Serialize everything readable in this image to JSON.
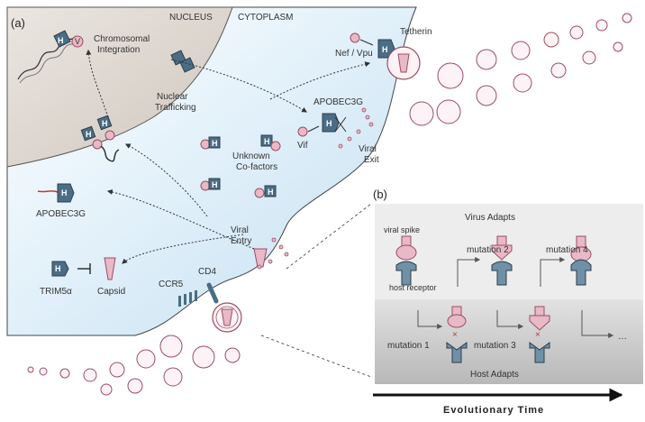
{
  "panel_a": {
    "label": "(a)",
    "nucleus": "NUCLEUS",
    "cytoplasm": "CYTOPLASM",
    "chromosomal_integration": [
      "Chromosomal",
      "Integration"
    ],
    "nuclear_trafficking": [
      "Nuclear",
      "Trafficking"
    ],
    "unknown_cofactors": [
      "Unknown",
      "Co-factors"
    ],
    "apobec_nucleus": "APOBEC3G",
    "apobec_cytoplasm": "APOBEC3G",
    "tetherin": "Tetherin",
    "nef_vpu": "Nef / Vpu",
    "vif": "Vif",
    "viral_exit": [
      "Viral",
      "Exit"
    ],
    "viral_entry": [
      "Viral",
      "Entry"
    ],
    "trim5": "TRIM5α",
    "capsid": "Capsid",
    "ccr5": "CCR5",
    "cd4": "CD4",
    "host_letter": "H",
    "virus_letter": "V"
  },
  "panel_b": {
    "label": "(b)",
    "virus_adapts": "Virus Adapts",
    "host_adapts": "Host Adapts",
    "viral_spike": "viral spike",
    "host_receptor": "host receptor",
    "mutation_1": "mutation 1",
    "mutation_2": "mutation 2",
    "mutation_3": "mutation 3",
    "mutation_4": "mutation 4",
    "ellipsis": "…",
    "block_mark": "×"
  },
  "timeline": {
    "label": "Evolutionary Time"
  },
  "colors": {
    "cytoplasm_fill": "#d7ecf8",
    "nucleus_fill": "#ddd6cf",
    "host_protein": "#4b6d86",
    "virus_pink": "#e8b9c7",
    "virus_outline": "#9c4d62",
    "host_adapts_bg": "#cfcfcf",
    "virus_adapts_bg": "#ececec"
  }
}
